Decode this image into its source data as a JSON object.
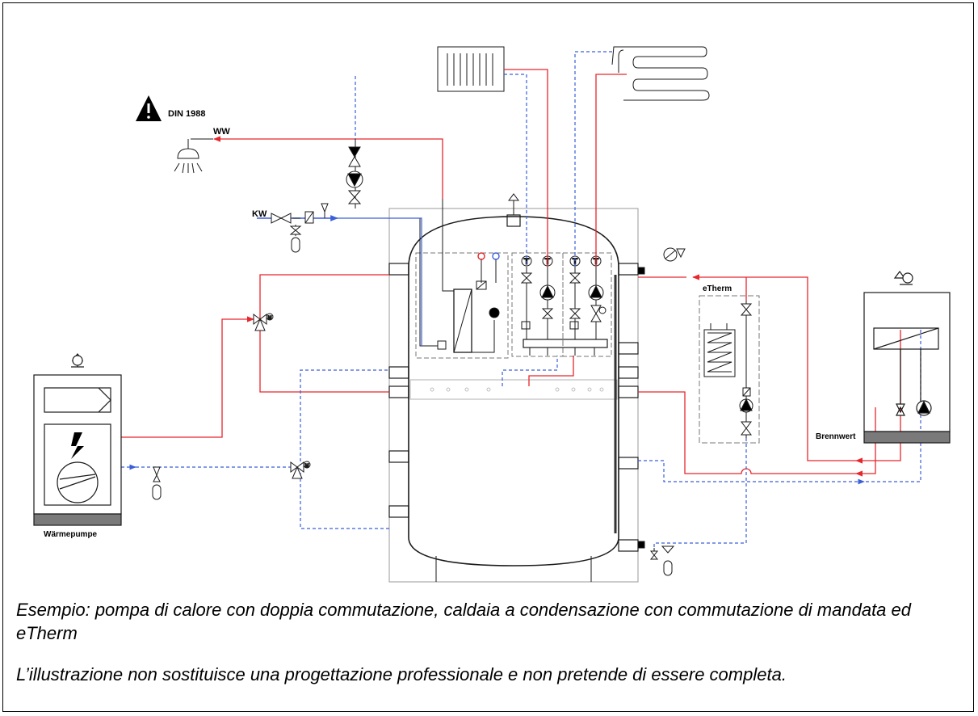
{
  "labels": {
    "din": "DIN 1988",
    "ww": "WW",
    "kw": "KW",
    "etherm": "eTherm",
    "brennwert": "Brennwert",
    "waermepumpe": "Wärmepumpe",
    "valve_t": "T",
    "valve_m": "M"
  },
  "captions": {
    "line1": "Esempio: pompa di calore con doppia commutazione, caldaia a condensazione con commutazione di mandata ed eTherm",
    "line2": "L’illustrazione non sostituisce una progettazione professionale e non pretende di essere completa."
  },
  "colors": {
    "supply": "#e8262c",
    "return": "#3a5fd8",
    "line": "#1a1a1a",
    "pump": "#000000",
    "base": "#7a7a7a"
  }
}
